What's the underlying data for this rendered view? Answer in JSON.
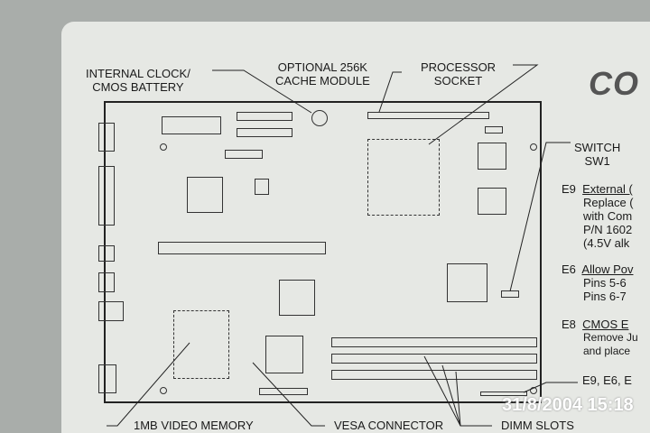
{
  "callouts": {
    "clock": [
      "INTERNAL CLOCK/",
      "CMOS BATTERY"
    ],
    "cache": [
      "OPTIONAL 256K",
      "CACHE MODULE"
    ],
    "processor": [
      "PROCESSOR",
      "SOCKET"
    ],
    "switch": [
      "SWITCH",
      "SW1"
    ],
    "video": "1MB VIDEO MEMORY",
    "vesa": "VESA CONNECTOR",
    "dimm": "DIMM SLOTS",
    "jumpers": "E9, E6, E"
  },
  "jumpers": [
    {
      "id": "E9",
      "title": "External (",
      "lines": [
        "Replace (",
        "with Com",
        "P/N 1602",
        "(4.5V alk"
      ]
    },
    {
      "id": "E6",
      "title": "Allow Pov",
      "lines": [
        "Pins  5-6",
        "Pins  6-7"
      ]
    },
    {
      "id": "E8",
      "title": "CMOS E",
      "lines": [
        "Remove Ju",
        "and place"
      ]
    }
  ],
  "logo": "CO",
  "timestamp": "31/8/2004 15:18"
}
